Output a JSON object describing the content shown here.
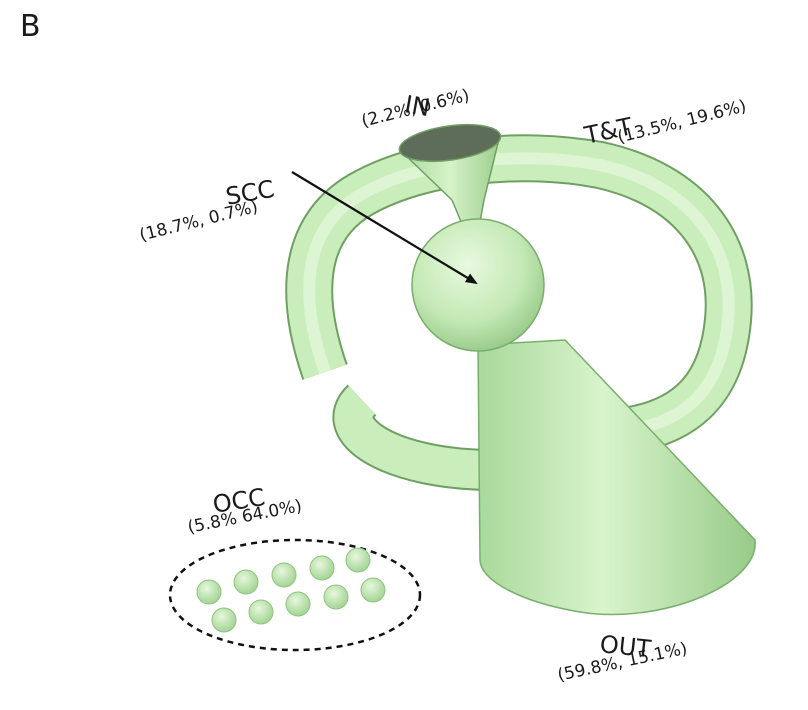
{
  "panel_letter": "B",
  "components": {
    "in": {
      "name": "IN",
      "stats": "(2.2%, 0.6%)"
    },
    "tt": {
      "name": "T&T",
      "stats": "(13.5%, 19.6%)"
    },
    "scc": {
      "name": "SCC",
      "stats": "(18.7%, 0.7%)"
    },
    "occ": {
      "name": "OCC",
      "stats": "(5.8% 64.0%)"
    },
    "out": {
      "name": "OUT",
      "stats": "(59.8%, 15.1%)"
    }
  },
  "colors": {
    "fill": "#c9eebb",
    "fill_dark": "#8fc481",
    "fill_light": "#e6f8de",
    "stroke": "#6f9f63",
    "funnel_top": "#5e6c5a",
    "text": "#1b1b1b"
  }
}
